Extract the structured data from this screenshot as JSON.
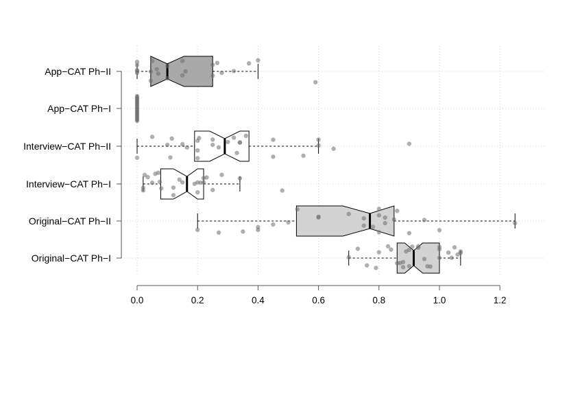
{
  "chart_data": {
    "type": "boxplot",
    "orientation": "horizontal",
    "notched": true,
    "title": "",
    "xlabel": "",
    "ylabel": "",
    "xlim": [
      0,
      1.25
    ],
    "xticks": [
      0.0,
      0.2,
      0.4,
      0.6,
      0.8,
      1.0,
      1.2
    ],
    "xtick_labels": [
      "0.0",
      "0.2",
      "0.4",
      "0.6",
      "0.8",
      "1.0",
      "1.2"
    ],
    "grid": true,
    "categories": [
      "App−CAT Ph−II",
      "App−CAT Ph−I",
      "Interview−CAT Ph−II",
      "Interview−CAT Ph−I",
      "Original−CAT Ph−II",
      "Original−CAT Ph−I"
    ],
    "series": [
      {
        "name": "App−CAT Ph−II",
        "fill": "#a9a9a9",
        "whisker_low": 0.0,
        "q1": 0.045,
        "median": 0.1,
        "q3": 0.25,
        "whisker_high": 0.4,
        "notch_low": 0.045,
        "notch_high": 0.155,
        "points": [
          0,
          0,
          0,
          0,
          0,
          0.045,
          0.05,
          0.045,
          0.07,
          0.065,
          0.1,
          0.1,
          0.15,
          0.15,
          0.16,
          0.25,
          0.25,
          0.265,
          0.28,
          0.32,
          0.37,
          0.4,
          0.59
        ]
      },
      {
        "name": "App−CAT Ph−I",
        "fill": "#ffffff",
        "whisker_low": 0.0,
        "q1": 0.0,
        "median": 0.0,
        "q3": 0.0,
        "whisker_high": 0.0,
        "notch_low": 0.0,
        "notch_high": 0.0,
        "points": [
          0,
          0,
          0,
          0,
          0,
          0,
          0,
          0,
          0,
          0,
          0,
          0,
          0,
          0,
          0,
          0,
          0,
          0,
          0,
          0
        ]
      },
      {
        "name": "Interview−CAT Ph−II",
        "fill": "#ffffff",
        "whisker_low": 0.0,
        "q1": 0.19,
        "median": 0.29,
        "q3": 0.37,
        "whisker_high": 0.6,
        "notch_low": 0.24,
        "notch_high": 0.34,
        "points": [
          0,
          0.05,
          0.1,
          0.11,
          0.115,
          0.15,
          0.165,
          0.2,
          0.2,
          0.205,
          0.2,
          0.25,
          0.25,
          0.27,
          0.3,
          0.32,
          0.33,
          0.34,
          0.34,
          0.36,
          0.45,
          0.45,
          0.55,
          0.6,
          0.6,
          0.65,
          0.9
        ]
      },
      {
        "name": "Interview−CAT Ph−I",
        "fill": "#ffffff",
        "whisker_low": 0.02,
        "q1": 0.078,
        "median": 0.165,
        "q3": 0.22,
        "whisker_high": 0.34,
        "notch_low": 0.12,
        "notch_high": 0.2,
        "points": [
          0.02,
          0.02,
          0.025,
          0.035,
          0.05,
          0.06,
          0.07,
          0.075,
          0.08,
          0.12,
          0.12,
          0.14,
          0.15,
          0.19,
          0.2,
          0.2,
          0.21,
          0.22,
          0.22,
          0.23,
          0.25,
          0.28,
          0.34,
          0.48
        ]
      },
      {
        "name": "Original−CAT Ph−II",
        "fill": "#d3d3d3",
        "whisker_low": 0.2,
        "q1": 0.527,
        "median": 0.77,
        "q3": 0.85,
        "whisker_high": 1.25,
        "notch_low": 0.68,
        "notch_high": 0.85,
        "points": [
          0.2,
          0.27,
          0.35,
          0.4,
          0.4,
          0.45,
          0.5,
          0.53,
          0.6,
          0.6,
          0.7,
          0.75,
          0.75,
          0.78,
          0.8,
          0.8,
          0.8,
          0.82,
          0.82,
          0.85,
          0.86,
          0.9,
          0.95,
          1.0,
          1.25
        ]
      },
      {
        "name": "Original−CAT Ph−I",
        "fill": "#d3d3d3",
        "whisker_low": 0.7,
        "q1": 0.86,
        "median": 0.915,
        "q3": 1.0,
        "whisker_high": 1.07,
        "notch_low": 0.885,
        "notch_high": 0.945,
        "points": [
          0.7,
          0.73,
          0.76,
          0.79,
          0.8,
          0.83,
          0.84,
          0.86,
          0.87,
          0.88,
          0.88,
          0.89,
          0.9,
          0.9,
          0.91,
          0.93,
          0.93,
          0.95,
          0.96,
          0.97,
          1.0,
          1.0,
          1.0,
          1.03,
          1.04,
          1.05,
          1.06,
          1.07,
          1.07
        ]
      }
    ]
  }
}
